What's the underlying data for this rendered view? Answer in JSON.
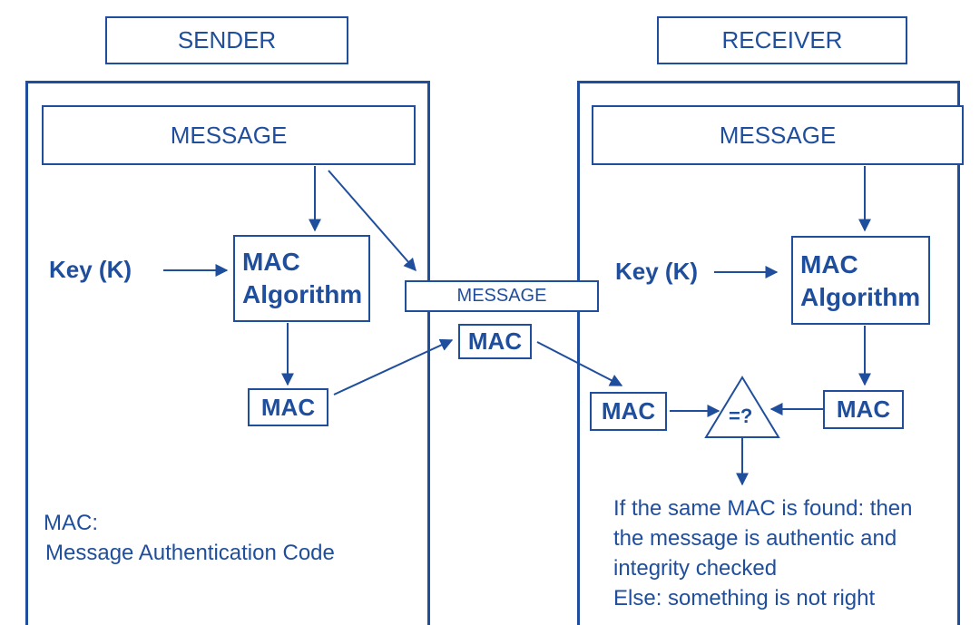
{
  "sender": {
    "header": "SENDER",
    "message": "MESSAGE",
    "key": "Key (K)",
    "algorithm_line1": "MAC",
    "algorithm_line2": "Algorithm",
    "mac": "MAC",
    "definition_title": "MAC:",
    "definition_text": "Message Authentication Code"
  },
  "transit": {
    "message": "MESSAGE",
    "mac": "MAC"
  },
  "receiver": {
    "header": "RECEIVER",
    "message": "MESSAGE",
    "key": "Key (K)",
    "algorithm_line1": "MAC",
    "algorithm_line2": "Algorithm",
    "received_mac": "MAC",
    "computed_mac": "MAC",
    "compare_symbol": "=?",
    "result_lines": [
      "If the same MAC is found: then",
      "the message is authentic and",
      "integrity checked",
      "Else: something is not right"
    ]
  },
  "colors": {
    "primary": "#1f4e9c",
    "background": "#ffffff"
  }
}
